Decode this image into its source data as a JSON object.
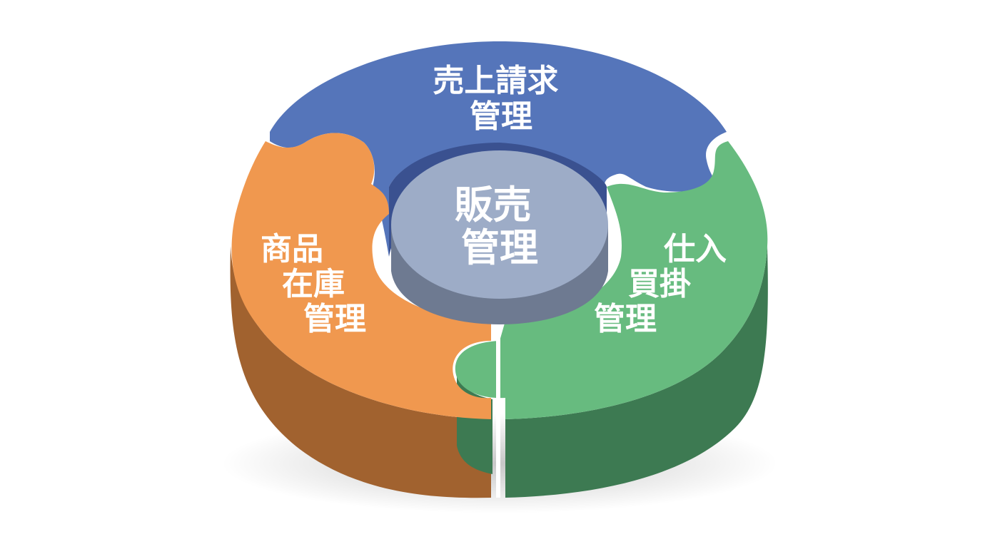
{
  "segments": {
    "sales": {
      "line1": "売上請求",
      "line2": "管理"
    },
    "inventory": {
      "line1": "商品",
      "line2": "在庫",
      "line3": "管理"
    },
    "purchase": {
      "line1": "仕入",
      "line2": "買掛",
      "line3": "管理"
    }
  },
  "center": {
    "line1": "販売",
    "line2": "管理"
  },
  "colors": {
    "blue_top": "#5575BA",
    "blue_side": "#3A5190",
    "orange_top": "#F0984F",
    "orange_side": "#A1622F",
    "green_top": "#67BB7F",
    "green_side": "#3D7A52",
    "hub_top": "#9DACC7",
    "hub_side": "#6E7A91"
  }
}
